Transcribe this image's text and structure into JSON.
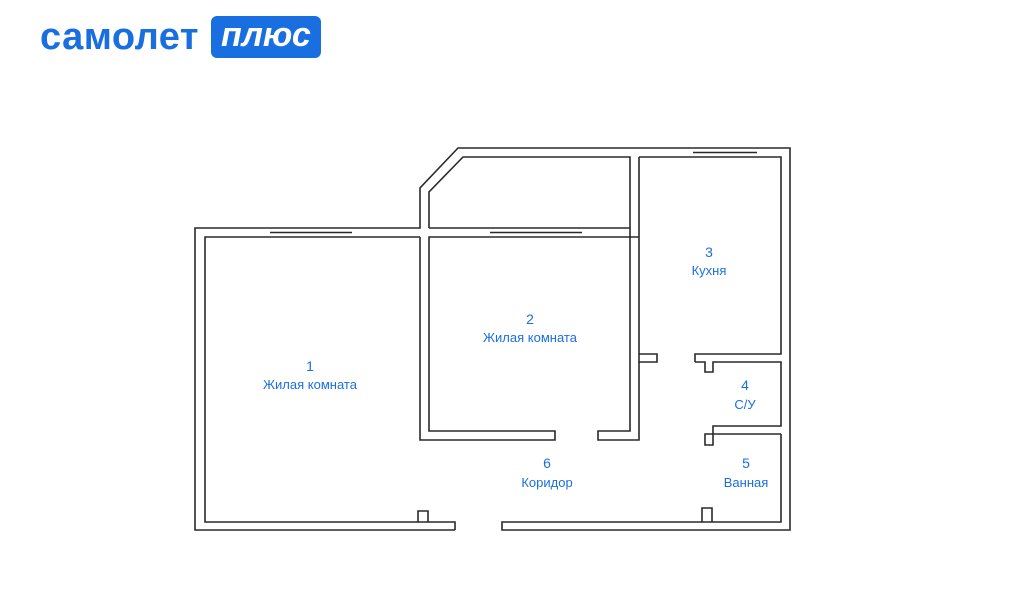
{
  "brand": {
    "name": "самолет",
    "badge": "плюс",
    "color": "#1a6fe0"
  },
  "rooms": [
    {
      "number": "1",
      "name": "Жилая комната"
    },
    {
      "number": "2",
      "name": "Жилая комната"
    },
    {
      "number": "3",
      "name": "Кухня"
    },
    {
      "number": "4",
      "name": "С/У"
    },
    {
      "number": "5",
      "name": "Ванная"
    },
    {
      "number": "6",
      "name": "Коридор"
    }
  ]
}
